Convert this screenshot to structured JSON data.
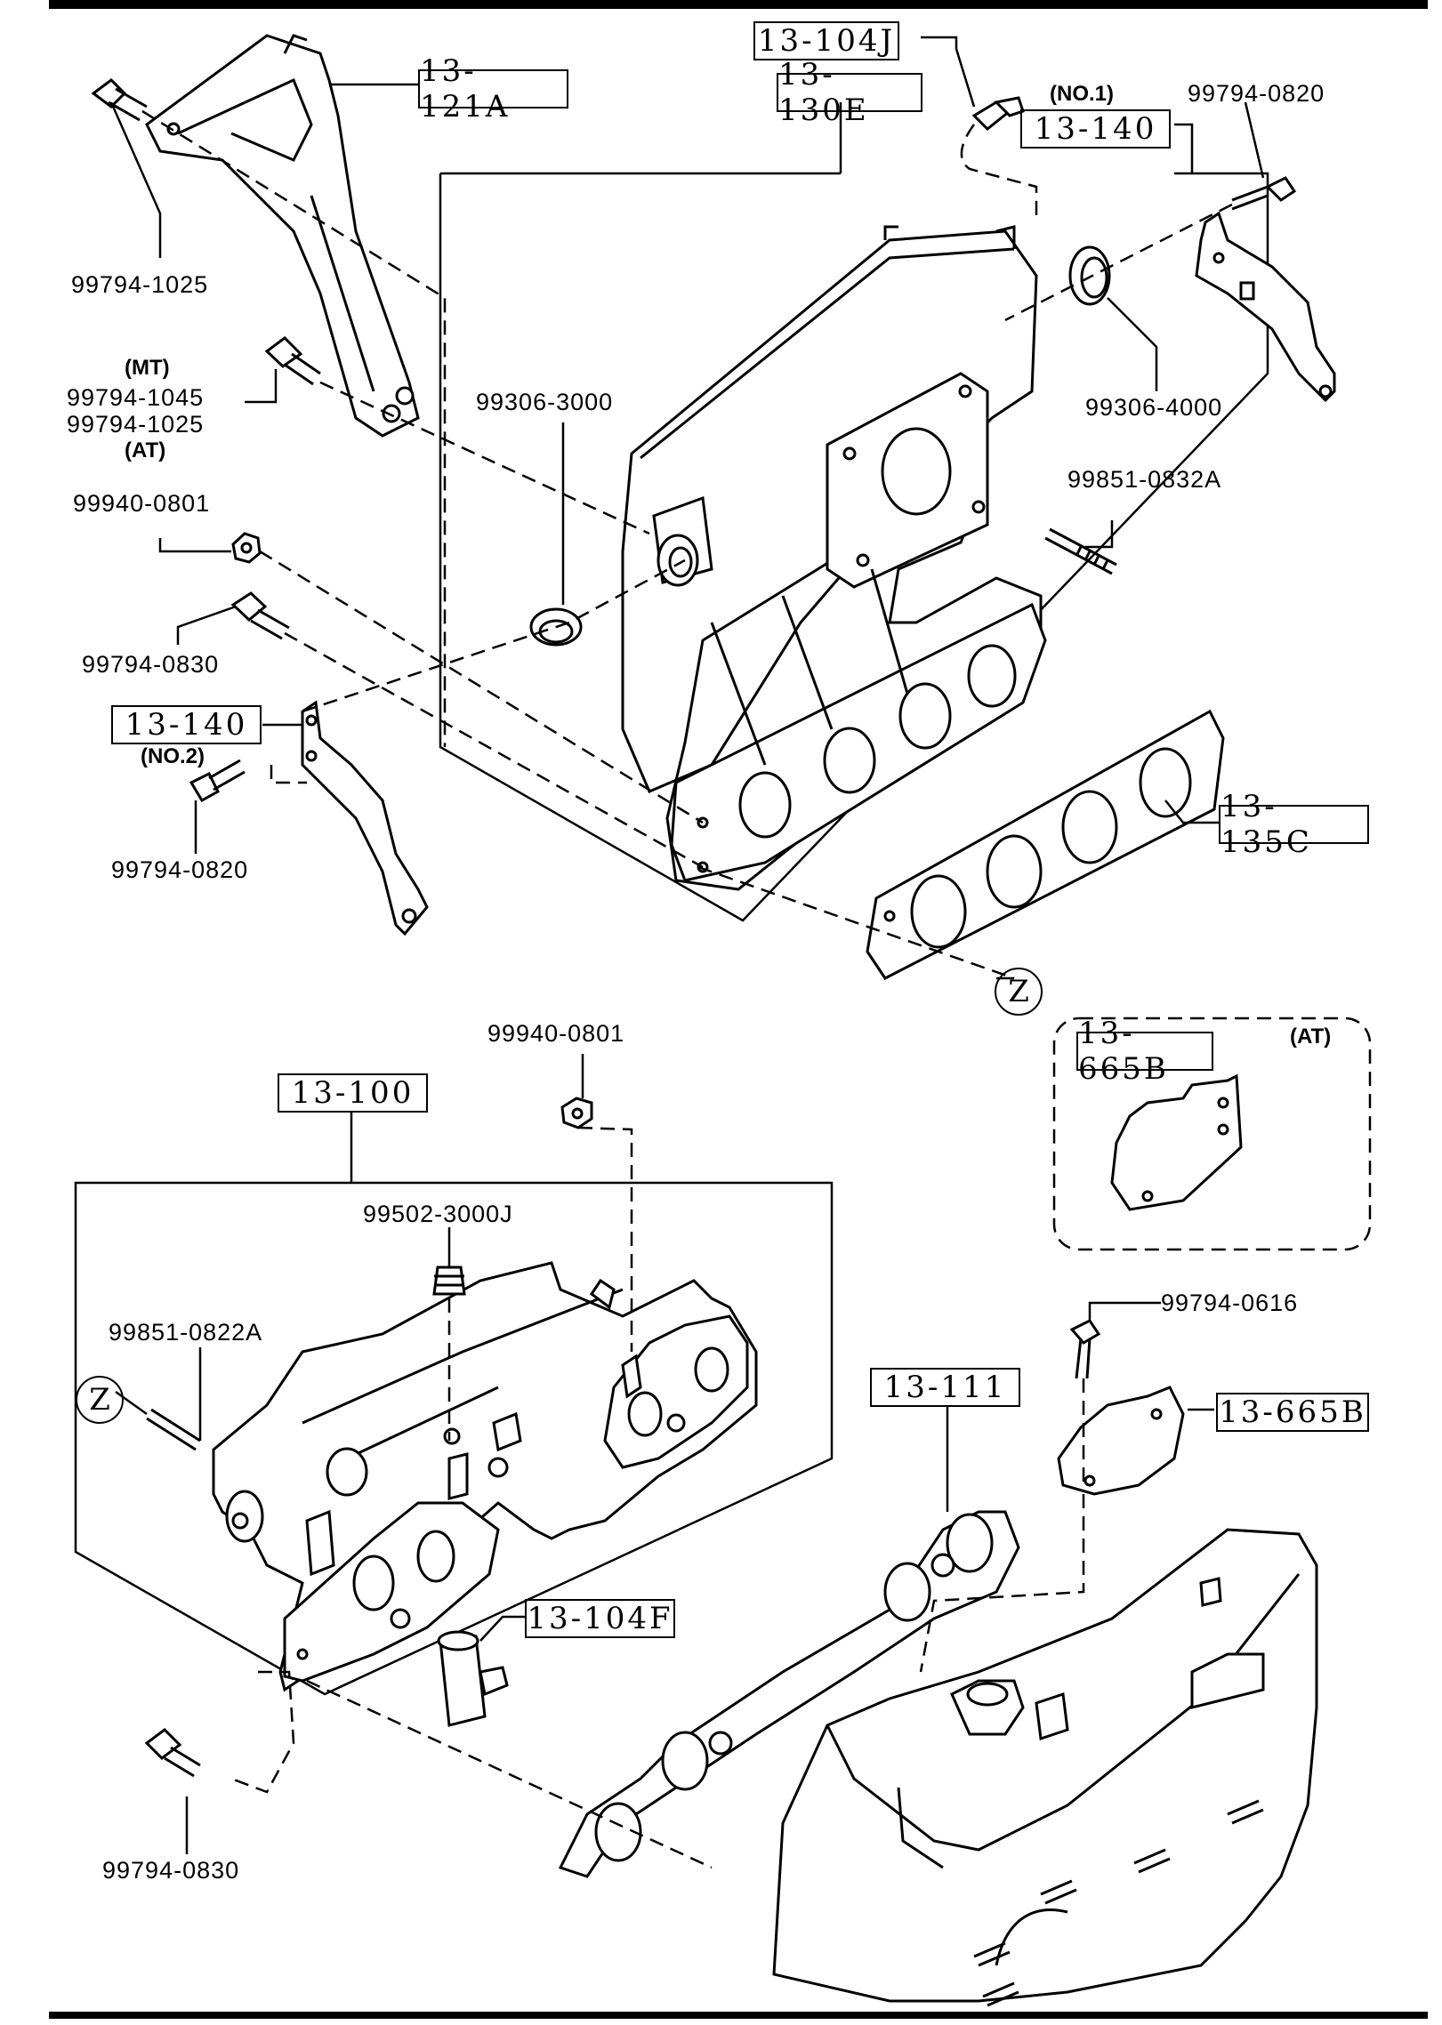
{
  "ref_boxes": {
    "b104j": "13-104J",
    "b130e": "13-130E",
    "b121a": "13-121A",
    "b140a": "13-140",
    "b140b": "13-140",
    "b135c": "13-135C",
    "b665a": "13-665B",
    "b100": "13-100",
    "b111": "13-111",
    "b665b": "13-665B",
    "b104f": "13-104F"
  },
  "part_numbers": {
    "p0820a": "99794-0820",
    "p1025a": "99794-1025",
    "p1045": "99794-1045",
    "p1025b": "99794-1025",
    "p3000": "99306-3000",
    "p4000": "99306-4000",
    "p0801a": "99940-0801",
    "p0832": "99851-0832A",
    "p0830a": "99794-0830",
    "p0820b": "99794-0820",
    "p0801b": "99940-0801",
    "p3000j": "99502-3000J",
    "p0822": "99851-0822A",
    "p0616": "99794-0616",
    "p0830b": "99794-0830"
  },
  "notes": {
    "no1": "(NO.1)",
    "no2": "(NO.2)",
    "mt": "(MT)",
    "at1": "(AT)",
    "at2": "(AT)",
    "z1": "Z",
    "z2": "Z"
  }
}
